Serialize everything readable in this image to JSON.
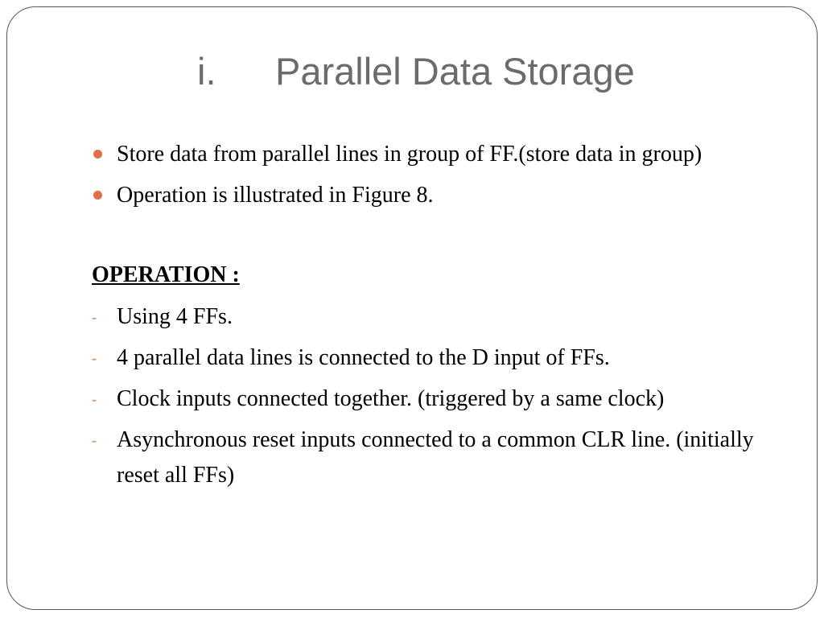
{
  "slide": {
    "title_number": "i.",
    "title_text": "Parallel Data Storage",
    "bullets": [
      "Store data from parallel lines in group of FF.(store data in group)",
      "Operation is illustrated in Figure 8."
    ],
    "section_heading": "OPERATION :",
    "dash_items": [
      "Using 4 FFs.",
      "4 parallel data lines is connected to the D input of FFs.",
      "Clock inputs connected together. (triggered by a same clock)",
      "Asynchronous  reset inputs connected to a common CLR line. (initially reset all FFs)"
    ],
    "dash_symbol": "-"
  },
  "colors": {
    "accent": "#e0704a",
    "title": "#6b6b6b",
    "border": "#555555"
  },
  "icons": [
    "bullet-dot-icon",
    "dash-bullet-icon"
  ]
}
